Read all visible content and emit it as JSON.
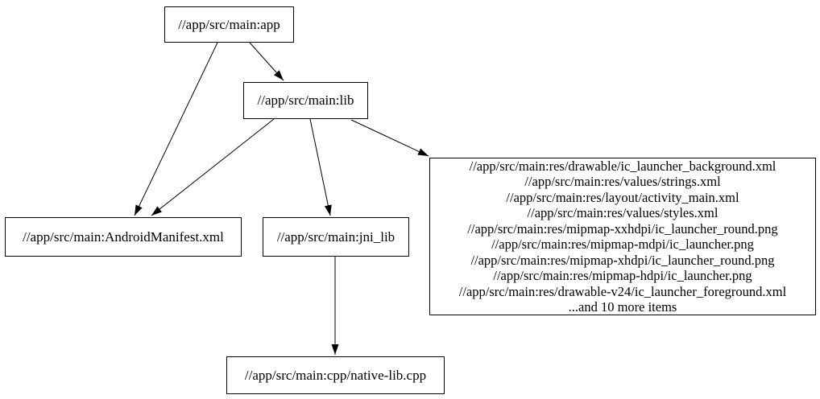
{
  "diagram": {
    "type": "dependency-graph",
    "nodes": {
      "app": {
        "label": "//app/src/main:app"
      },
      "lib": {
        "label": "//app/src/main:lib"
      },
      "manifest": {
        "label": "//app/src/main:AndroidManifest.xml"
      },
      "jni_lib": {
        "label": "//app/src/main:jni_lib"
      },
      "native_lib": {
        "label": "//app/src/main:cpp/native-lib.cpp"
      },
      "resources": {
        "lines": [
          "//app/src/main:res/drawable/ic_launcher_background.xml",
          "//app/src/main:res/values/strings.xml",
          "//app/src/main:res/layout/activity_main.xml",
          "//app/src/main:res/values/styles.xml",
          "//app/src/main:res/mipmap-xxhdpi/ic_launcher_round.png",
          "//app/src/main:res/mipmap-mdpi/ic_launcher.png",
          "//app/src/main:res/mipmap-xhdpi/ic_launcher_round.png",
          "//app/src/main:res/mipmap-hdpi/ic_launcher.png",
          "//app/src/main:res/drawable-v24/ic_launcher_foreground.xml",
          "...and 10 more items"
        ]
      }
    },
    "edges": [
      {
        "from": "//app/src/main:app",
        "to": "//app/src/main:lib"
      },
      {
        "from": "//app/src/main:app",
        "to": "//app/src/main:AndroidManifest.xml"
      },
      {
        "from": "//app/src/main:lib",
        "to": "//app/src/main:AndroidManifest.xml"
      },
      {
        "from": "//app/src/main:lib",
        "to": "//app/src/main:jni_lib"
      },
      {
        "from": "//app/src/main:lib",
        "to": "resources-group"
      },
      {
        "from": "//app/src/main:jni_lib",
        "to": "//app/src/main:cpp/native-lib.cpp"
      }
    ],
    "colors": {
      "background": "#ffffff",
      "node_border": "#000000",
      "edge": "#000000",
      "text": "#000000"
    }
  }
}
